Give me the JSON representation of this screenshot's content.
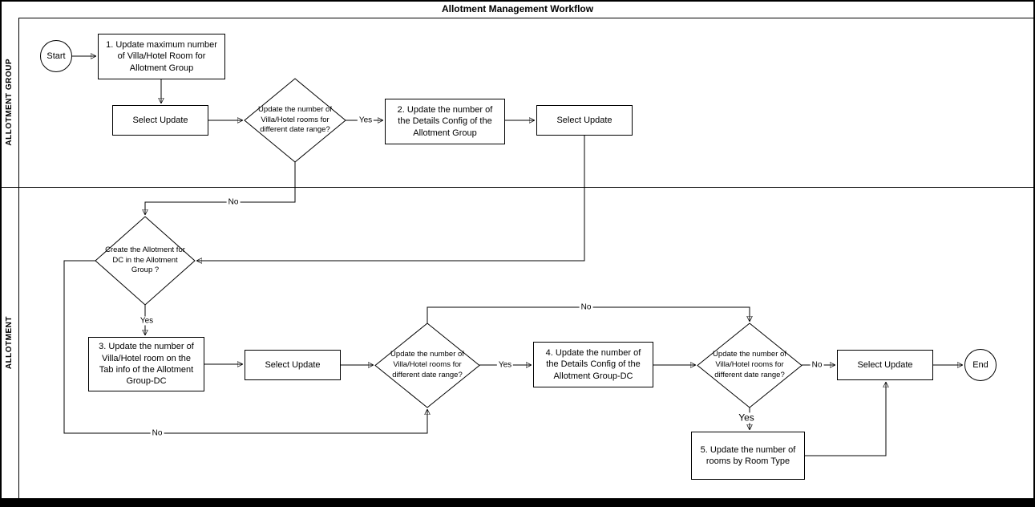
{
  "title": "Allotment Management Workflow",
  "lanes": [
    {
      "label": "ALLOTMENT GROUP"
    },
    {
      "label": "ALLOTMENT"
    }
  ],
  "nodes": {
    "start": "Start",
    "step1": "1. Update maximum number of Villa/Hotel Room for Allotment Group",
    "select_update_1": "Select Update",
    "date_range_1": "Update the number of Villa/Hotel rooms for different date range?",
    "step2": "2. Update the number of the Details Config of the Allotment Group",
    "select_update_2": "Select Update",
    "create_allotment": "Create the Allotment for DC in the Allotment Group ?",
    "step3": "3. Update the number of Villa/Hotel room on the Tab info of the Allotment Group-DC",
    "select_update_3": "Select Update",
    "date_range_2": "Update the number of Villa/Hotel rooms for different date range?",
    "step4": "4. Update the number of the Details Config of the Allotment Group-DC",
    "date_range_3": "Update the number of Villa/Hotel rooms for different date range?",
    "select_update_4": "Select Update",
    "step5": "5. Update the number of rooms by Room Type",
    "end": "End"
  },
  "edge_labels": {
    "date_range_1_yes": "Yes",
    "date_range_1_no": "No",
    "create_allotment_yes": "Yes",
    "create_allotment_no": "No",
    "date_range_2_yes": "Yes",
    "date_range_2_no": "No",
    "date_range_3_no": "No",
    "date_range_3_yes": "Yes"
  },
  "colors": {
    "line": "#000000",
    "shape_fill": "#ffffff",
    "background": "#ffffff"
  }
}
